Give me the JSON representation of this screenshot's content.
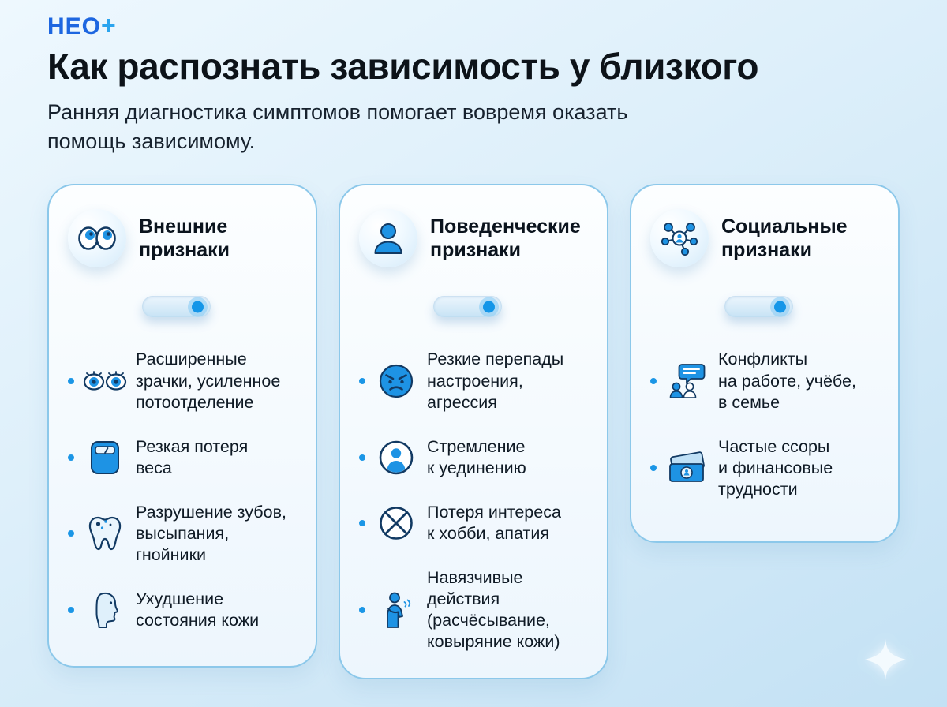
{
  "logo": {
    "text": "НЕО",
    "plus": "+"
  },
  "header": {
    "title": "Как распознать зависимость у близкого",
    "subtitle": "Ранняя диагностика симптомов помогает вовремя оказать\nпомощь зависимому."
  },
  "colors": {
    "accent_blue": "#1e93e4",
    "navy_outline": "#123a63",
    "card_border": "#8cc8ea",
    "background_top": "#eef8fe",
    "background_bottom": "#c3e1f4",
    "text": "#0f1a25"
  },
  "cards": [
    {
      "title": "Внешние\nпризнаки",
      "icon": "googly-eyes-icon",
      "toggle": "on",
      "items": [
        {
          "icon": "dilated-pupils-icon",
          "text": "Расширенные\nзрачки, усиленное\nпотоотделение"
        },
        {
          "icon": "weight-scale-icon",
          "text": "Резкая потеря\nвеса"
        },
        {
          "icon": "tooth-icon",
          "text": "Разрушение зубов,\nвысыпания,\nгнойники"
        },
        {
          "icon": "face-profile-icon",
          "text": "Ухудшение\nсостояния кожи"
        }
      ]
    },
    {
      "title": "Поведенческие\nпризнаки",
      "icon": "person-icon",
      "toggle": "on",
      "items": [
        {
          "icon": "angry-face-icon",
          "text": "Резкие перепады\nнастроения,\nагрессия"
        },
        {
          "icon": "solitude-person-icon",
          "text": "Стремление\nк уединению"
        },
        {
          "icon": "crossed-circle-icon",
          "text": "Потеря интереса\nк хобби, апатия"
        },
        {
          "icon": "scratching-person-icon",
          "text": "Навязчивые\nдействия\n(расчёсывание,\nковыряние кожи)"
        }
      ]
    },
    {
      "title": "Социальные\nпризнаки",
      "icon": "social-network-icon",
      "toggle": "on",
      "items": [
        {
          "icon": "conflict-people-icon",
          "text": "Конфликты\nна работе, учёбе,\nв семье"
        },
        {
          "icon": "money-icon",
          "text": "Частые ссоры\nи финансовые\nтрудности"
        }
      ]
    }
  ]
}
